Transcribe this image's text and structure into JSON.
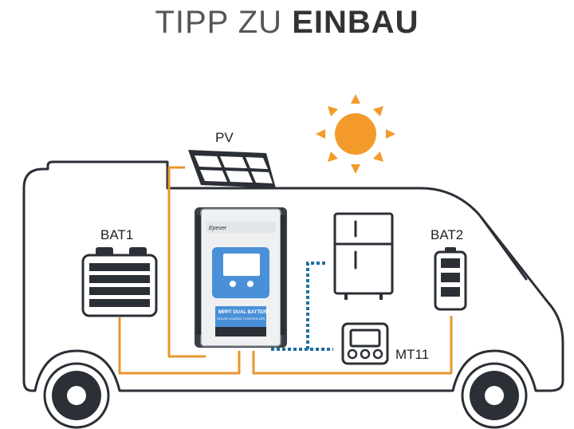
{
  "title": {
    "light": "TIPP ZU ",
    "bold": "EINBAU"
  },
  "labels": {
    "pv": "PV",
    "bat1": "BAT1",
    "bat2": "BAT2",
    "mt11": "MT11"
  },
  "controller": {
    "brand": "Epever",
    "model": "MPPT DUAL BATTERY",
    "subtitle": "SOLAR CHARGE CONTROLLER"
  },
  "colors": {
    "wire": "#e8962e",
    "comm": "#1f6f9e",
    "sun": "#f39a2b",
    "outline": "#2b2f36",
    "screen": "#4a90d9"
  },
  "icons": [
    "sun-icon",
    "solar-panel-icon",
    "battery-icon",
    "fridge-icon",
    "remote-meter-icon",
    "controller-icon"
  ]
}
